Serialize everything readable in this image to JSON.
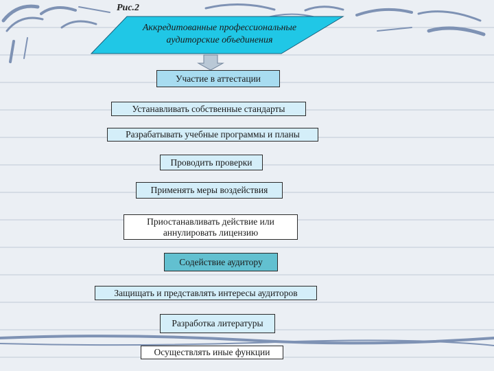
{
  "figure_label": "Рис.2",
  "header": {
    "title_line1": "Аккредитованные профессиональные",
    "title_line2": "аудиторские объединения"
  },
  "items": [
    {
      "label": "Участие в аттестации"
    },
    {
      "label": "Устанавливать собственные стандарты"
    },
    {
      "label": "Разрабатывать учебные программы и планы"
    },
    {
      "label": "Проводить проверки"
    },
    {
      "label": "Применять меры воздействия"
    },
    {
      "label_line1": "Приостанавливать действие или",
      "label_line2": "аннулировать лицензию"
    },
    {
      "label": "Содействие аудитору"
    },
    {
      "label": "Защищать и представлять интересы аудиторов"
    },
    {
      "label": "Разработка литературы"
    },
    {
      "label": "Осуществлять иные функции"
    }
  ],
  "colors": {
    "parallelogram": "#20c7e6",
    "box_light": "#d4eef9",
    "box_teal": "#62c0d0",
    "background": "#ebeff4"
  }
}
